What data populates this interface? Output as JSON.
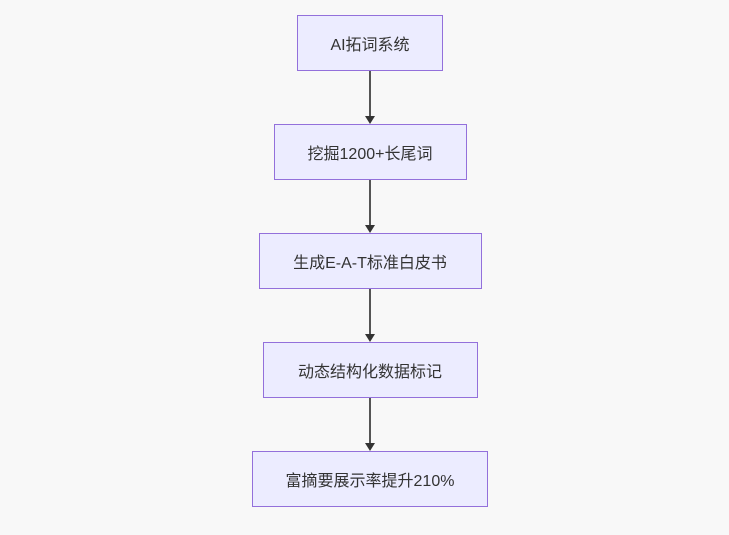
{
  "diagram": {
    "type": "flowchart",
    "direction": "top-down",
    "nodes": [
      {
        "id": "node-1",
        "label": "AI拓词系统"
      },
      {
        "id": "node-2",
        "label": "挖掘1200+长尾词"
      },
      {
        "id": "node-3",
        "label": "生成E-A-T标准白皮书"
      },
      {
        "id": "node-4",
        "label": "动态结构化数据标记"
      },
      {
        "id": "node-5",
        "label": "富摘要展示率提升210%"
      }
    ],
    "edges": [
      {
        "from": "node-1",
        "to": "node-2"
      },
      {
        "from": "node-2",
        "to": "node-3"
      },
      {
        "from": "node-3",
        "to": "node-4"
      },
      {
        "from": "node-4",
        "to": "node-5"
      }
    ],
    "colors": {
      "node_fill": "#ECECFF",
      "node_border": "#9370DB",
      "node_text": "#333333",
      "arrow_line": "#555555",
      "arrow_head": "#333333",
      "background": "#f8f8f8"
    }
  }
}
